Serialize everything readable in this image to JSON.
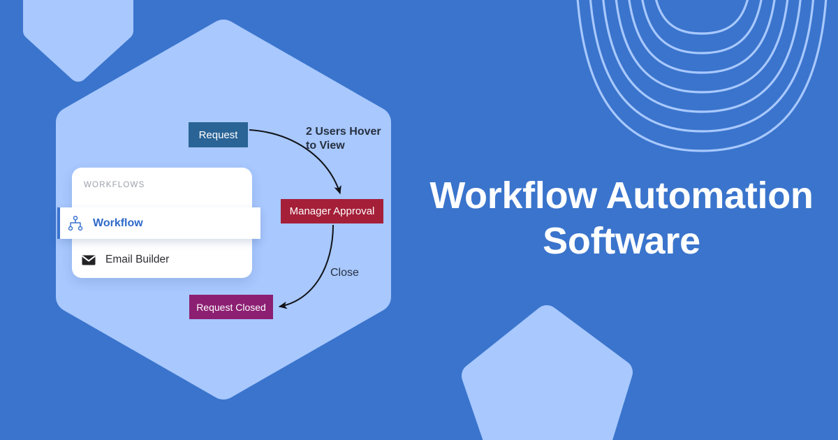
{
  "page": {
    "background_color": "#3a74cc",
    "accent_light": "#a8c8fe"
  },
  "hero": {
    "title": "Workflow Automation\nSoftware",
    "title_color": "#ffffff"
  },
  "decorations": {
    "top_left_shape": "rounded-pentagon-down",
    "bottom_right_shape": "rounded-pentagon",
    "top_right_shape": "concentric-arcs",
    "center_shape": "hexagon",
    "shape_color": "#a8c8fe",
    "arc_color": "#a8c8fe"
  },
  "workflows_card": {
    "heading": "WORKFLOWS",
    "heading_color": "#9aa0ab",
    "items": [
      {
        "label": "Workflow",
        "icon": "hierarchy-icon",
        "active": true,
        "accent_color": "#3b74cf",
        "label_color": "#2f6ac9"
      },
      {
        "label": "Email Builder",
        "icon": "envelope-icon",
        "active": false,
        "label_color": "#2c2c31"
      }
    ]
  },
  "flow_diagram": {
    "nodes": [
      {
        "id": "request",
        "label": "Request",
        "color": "#2a6496"
      },
      {
        "id": "manager_approval",
        "label": "Manager Approval",
        "color": "#a51f39"
      },
      {
        "id": "request_closed",
        "label": "Request Closed",
        "color": "#8c1f72"
      }
    ],
    "edges": [
      {
        "id": "request-to-approval",
        "label": "2 Users Hover\nto View",
        "from": "request",
        "to": "manager_approval",
        "label_color": "#27303f"
      },
      {
        "id": "approval-to-closed",
        "label": "Close",
        "from": "manager_approval",
        "to": "request_closed",
        "label_color": "#27303f"
      }
    ]
  }
}
